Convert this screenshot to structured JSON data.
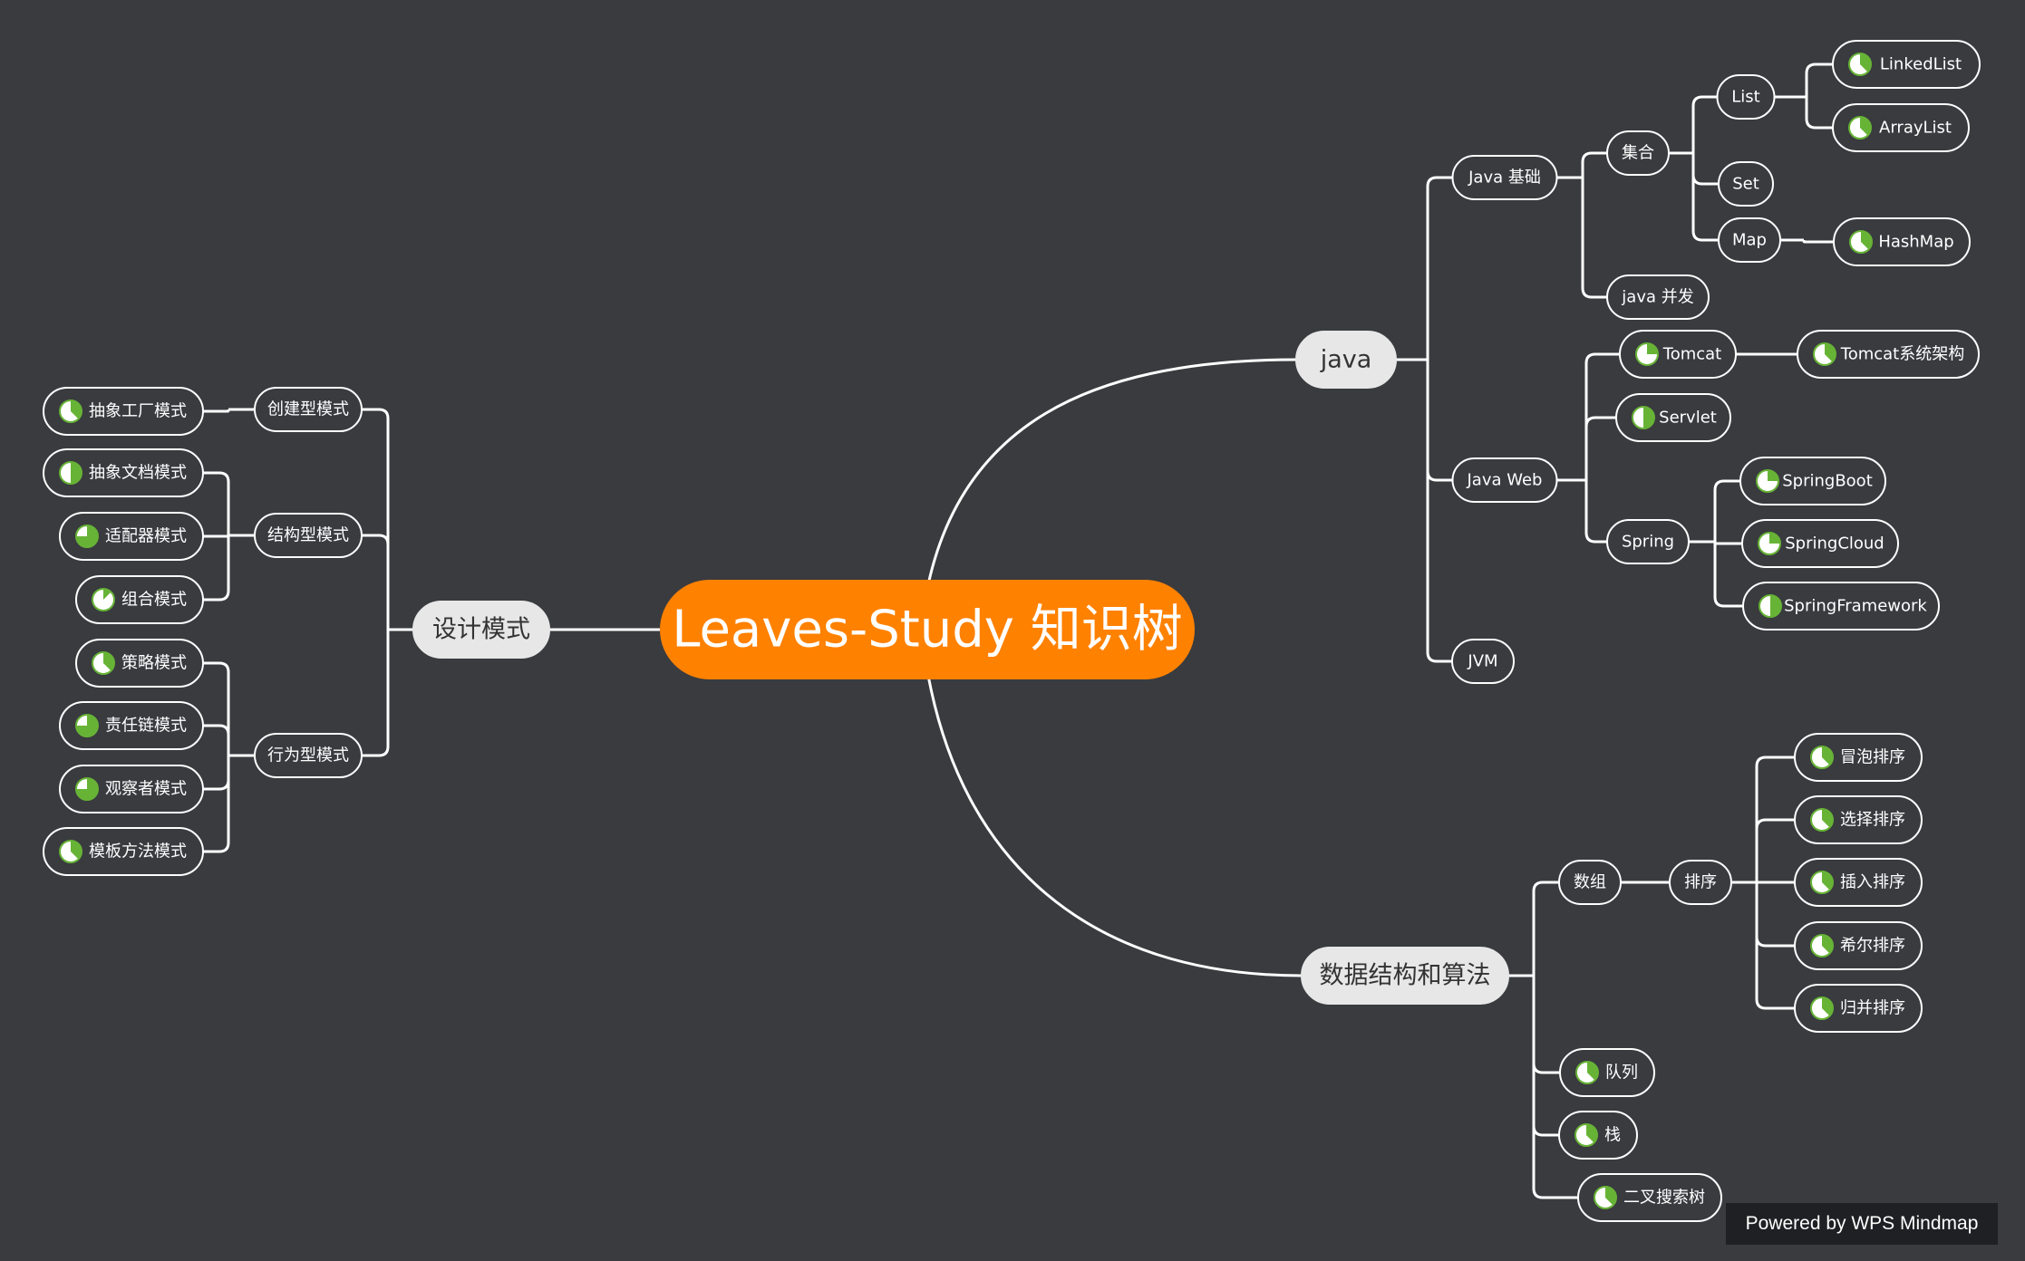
{
  "root": "Leaves-Study  知识树",
  "branches": [
    {
      "id": "java",
      "label": "java",
      "children": [
        {
          "id": "java-basic",
          "label": "Java 基础",
          "children": [
            {
              "id": "collections",
              "label": "集合",
              "children": [
                {
                  "id": "list",
                  "label": "List",
                  "children": [
                    {
                      "id": "linkedlist",
                      "label": "LinkedList",
                      "progress": 0.375
                    },
                    {
                      "id": "arraylist",
                      "label": "ArrayList",
                      "progress": 0.375
                    }
                  ]
                },
                {
                  "id": "set",
                  "label": "Set"
                },
                {
                  "id": "map",
                  "label": "Map",
                  "children": [
                    {
                      "id": "hashmap",
                      "label": "HashMap",
                      "progress": 0.375
                    }
                  ]
                }
              ]
            },
            {
              "id": "java-concurrency",
              "label": "java 并发"
            }
          ]
        },
        {
          "id": "java-web",
          "label": "Java Web",
          "children": [
            {
              "id": "tomcat",
              "label": "Tomcat",
              "progress": 0.25,
              "children": [
                {
                  "id": "tomcat-arch",
                  "label": "Tomcat系统架构",
                  "progress": 0.375
                }
              ]
            },
            {
              "id": "servlet",
              "label": "Servlet",
              "progress": 0.5
            },
            {
              "id": "spring",
              "label": "Spring",
              "children": [
                {
                  "id": "springboot",
                  "label": "SpringBoot",
                  "progress": 0.25
                },
                {
                  "id": "springcloud",
                  "label": "SpringCloud",
                  "progress": 0.25
                },
                {
                  "id": "springframework",
                  "label": "SpringFramework",
                  "progress": 0.5
                }
              ]
            }
          ]
        },
        {
          "id": "jvm",
          "label": "JVM"
        }
      ]
    },
    {
      "id": "dsa",
      "label": "数据结构和算法",
      "children": [
        {
          "id": "array",
          "label": "数组",
          "children": [
            {
              "id": "sort",
              "label": "排序",
              "children": [
                {
                  "id": "bubble",
                  "label": "冒泡排序",
                  "progress": 0.375
                },
                {
                  "id": "selection",
                  "label": "选择排序",
                  "progress": 0.375
                },
                {
                  "id": "insertion",
                  "label": "插入排序",
                  "progress": 0.375
                },
                {
                  "id": "shell",
                  "label": "希尔排序",
                  "progress": 0.375
                },
                {
                  "id": "merge",
                  "label": "归并排序",
                  "progress": 0.375
                }
              ]
            }
          ]
        },
        {
          "id": "queue",
          "label": "队列",
          "progress": 0.375
        },
        {
          "id": "stack",
          "label": "栈",
          "progress": 0.375
        },
        {
          "id": "bst",
          "label": "二叉搜索树",
          "progress": 0.375
        }
      ]
    },
    {
      "id": "design-patterns",
      "label": "设计模式",
      "children": [
        {
          "id": "creational",
          "label": "创建型模式",
          "children": [
            {
              "id": "abstract-factory",
              "label": "抽象工厂模式",
              "progress": 0.375
            }
          ]
        },
        {
          "id": "structural",
          "label": "结构型模式",
          "children": [
            {
              "id": "abstract-doc",
              "label": "抽象文档模式",
              "progress": 0.5
            },
            {
              "id": "adapter",
              "label": "适配器模式",
              "progress": 0.75
            },
            {
              "id": "composite",
              "label": "组合模式",
              "progress": 0.125
            }
          ]
        },
        {
          "id": "behavioral",
          "label": "行为型模式",
          "children": [
            {
              "id": "strategy",
              "label": "策略模式",
              "progress": 0.375
            },
            {
              "id": "chain",
              "label": "责任链模式",
              "progress": 0.75
            },
            {
              "id": "observer",
              "label": "观察者模式",
              "progress": 0.75
            },
            {
              "id": "template",
              "label": "模板方法模式",
              "progress": 0.375
            }
          ]
        }
      ]
    }
  ],
  "colors": {
    "background": "#393b3f",
    "root": "#ff8100",
    "main_node": "#e7e7e7",
    "line": "#ffffff",
    "progress": "#67b336"
  },
  "footer": "Powered by WPS Mindmap"
}
